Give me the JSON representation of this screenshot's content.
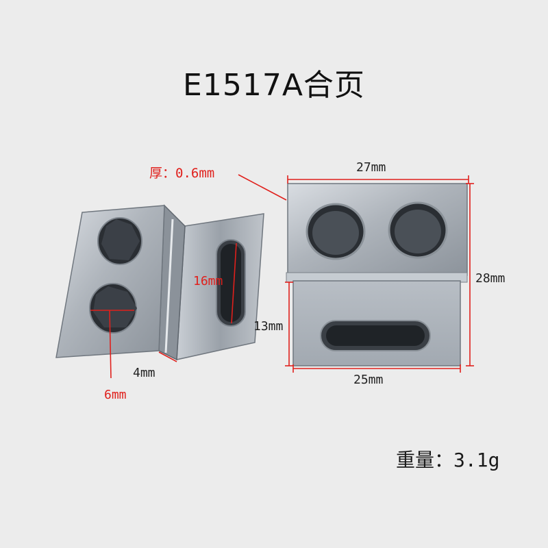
{
  "title": "E1517A合页",
  "dimensions": {
    "thickness": "厚：0.6mm",
    "width_top": "27mm",
    "height_total": "28mm",
    "height_lower": "13mm",
    "width_bottom": "25mm",
    "slot_length": "16mm",
    "fold_width": "4mm",
    "hole_diameter": "6mm"
  },
  "weight": "重量：3.1g"
}
